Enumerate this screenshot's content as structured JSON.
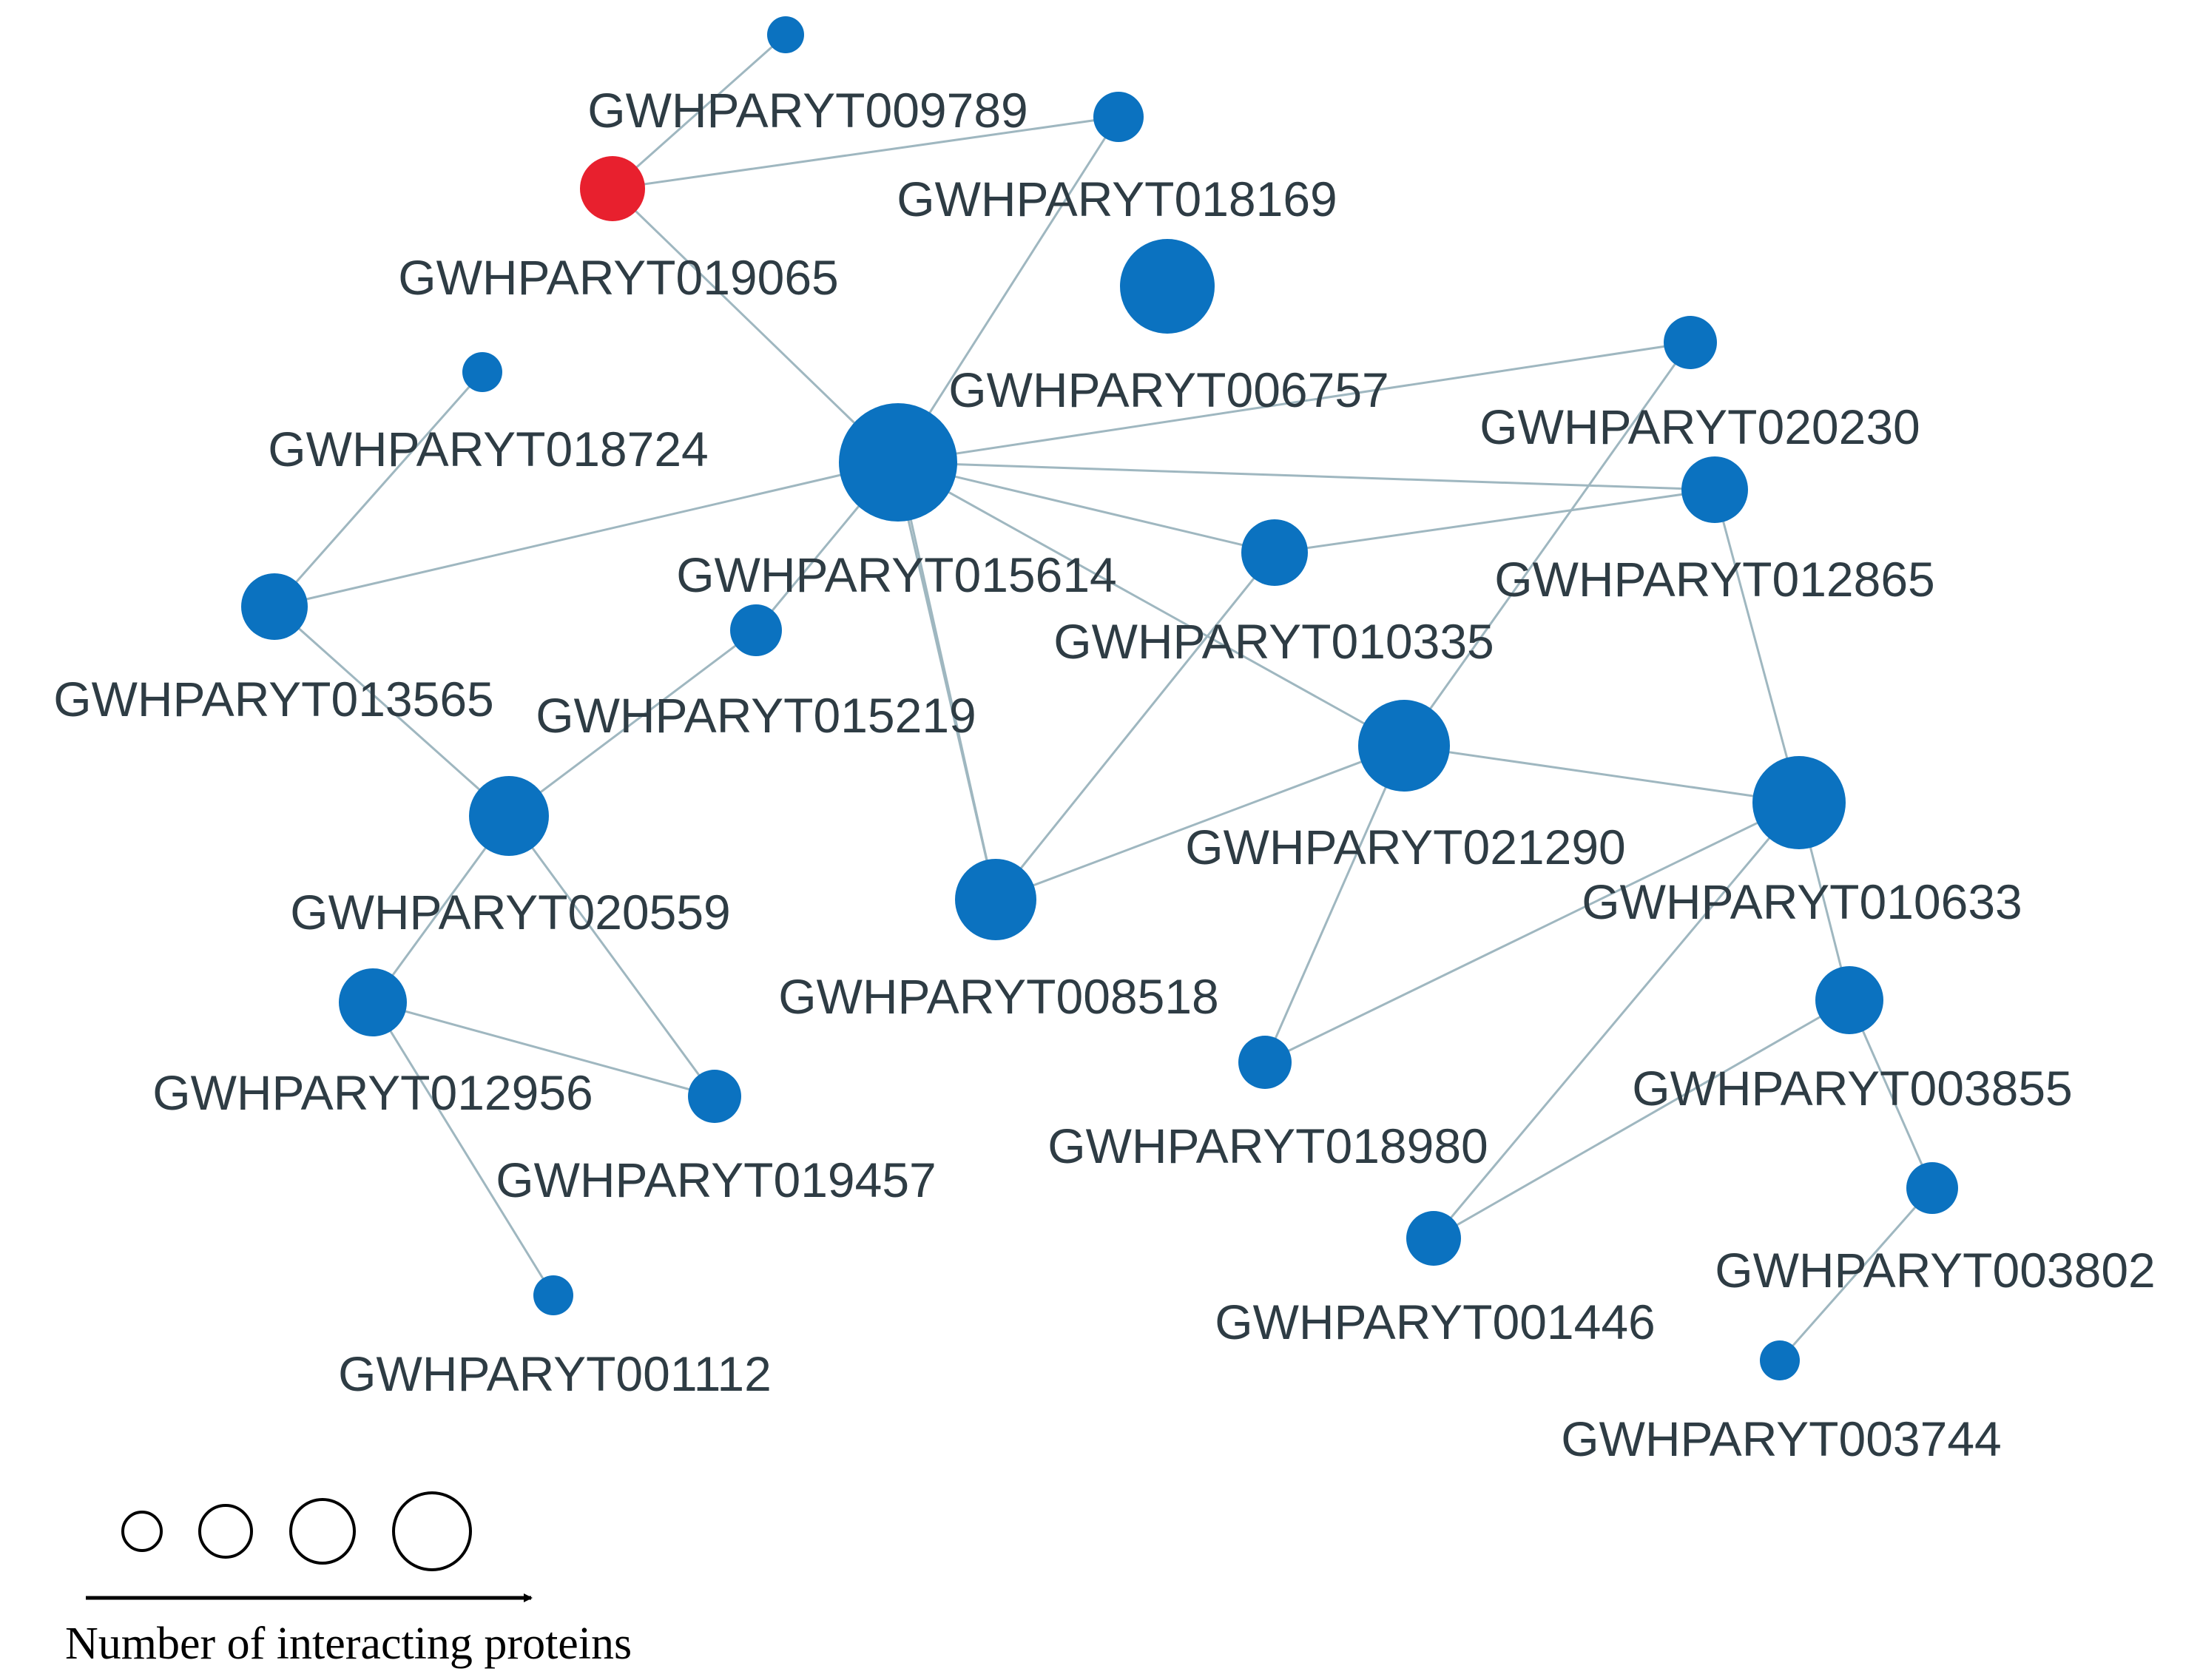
{
  "colors": {
    "node": "#0b72c0",
    "highlight": "#e8202e",
    "edge": "#9fb7c0",
    "label": "#2e3c44"
  },
  "nodes": [
    {
      "id": "n_top",
      "label": "",
      "color": "node"
    },
    {
      "id": "GWHPARYT009789",
      "label": "GWHPARYT009789",
      "color": "node"
    },
    {
      "id": "GWHPARYT019065",
      "label": "GWHPARYT019065",
      "color": "highlight"
    },
    {
      "id": "GWHPARYT018169",
      "label": "GWHPARYT018169",
      "color": "node"
    },
    {
      "id": "GWHPARYT006757",
      "label": "GWHPARYT006757",
      "color": "node"
    },
    {
      "id": "GWHPARYT020230",
      "label": "GWHPARYT020230",
      "color": "node"
    },
    {
      "id": "GWHPARYT018724",
      "label": "GWHPARYT018724",
      "color": "node"
    },
    {
      "id": "GWHPARYT015614",
      "label": "GWHPARYT015614",
      "color": "node"
    },
    {
      "id": "GWHPARYT012865",
      "label": "GWHPARYT012865",
      "color": "node"
    },
    {
      "id": "GWHPARYT010335",
      "label": "GWHPARYT010335",
      "color": "node"
    },
    {
      "id": "GWHPARYT013565",
      "label": "GWHPARYT013565",
      "color": "node"
    },
    {
      "id": "GWHPARYT015219",
      "label": "GWHPARYT015219",
      "color": "node"
    },
    {
      "id": "GWHPARYT021290",
      "label": "GWHPARYT021290",
      "color": "node"
    },
    {
      "id": "GWHPARYT010633",
      "label": "GWHPARYT010633",
      "color": "node"
    },
    {
      "id": "GWHPARYT020559",
      "label": "GWHPARYT020559",
      "color": "node"
    },
    {
      "id": "GWHPARYT008518",
      "label": "GWHPARYT008518",
      "color": "node"
    },
    {
      "id": "GWHPARYT012956",
      "label": "GWHPARYT012956",
      "color": "node"
    },
    {
      "id": "GWHPARYT019457",
      "label": "GWHPARYT019457",
      "color": "node"
    },
    {
      "id": "GWHPARYT018980",
      "label": "GWHPARYT018980",
      "color": "node"
    },
    {
      "id": "GWHPARYT003855",
      "label": "GWHPARYT003855",
      "color": "node"
    },
    {
      "id": "GWHPARYT003802",
      "label": "GWHPARYT003802",
      "color": "node"
    },
    {
      "id": "GWHPARYT001446",
      "label": "GWHPARYT001446",
      "color": "node"
    },
    {
      "id": "GWHPARYT001112",
      "label": "GWHPARYT001112",
      "color": "node"
    },
    {
      "id": "GWHPARYT003744",
      "label": "GWHPARYT003744",
      "color": "node"
    }
  ],
  "edges": [
    [
      "n_top",
      "GWHPARYT019065"
    ],
    [
      "GWHPARYT019065",
      "GWHPARYT009789"
    ],
    [
      "GWHPARYT019065",
      "GWHPARYT015614"
    ],
    [
      "GWHPARYT009789",
      "GWHPARYT006757"
    ],
    [
      "GWHPARYT006757",
      "GWHPARYT015614"
    ],
    [
      "GWHPARYT006757",
      "GWHPARYT020230"
    ],
    [
      "GWHPARYT006757",
      "GWHPARYT012865"
    ],
    [
      "GWHPARYT006757",
      "GWHPARYT008518"
    ],
    [
      "GWHPARYT018724",
      "GWHPARYT013565"
    ],
    [
      "GWHPARYT013565",
      "GWHPARYT015614"
    ],
    [
      "GWHPARYT013565",
      "GWHPARYT020559"
    ],
    [
      "GWHPARYT015614",
      "GWHPARYT015219"
    ],
    [
      "GWHPARYT015614",
      "GWHPARYT010335"
    ],
    [
      "GWHPARYT015614",
      "GWHPARYT008518"
    ],
    [
      "GWHPARYT015614",
      "GWHPARYT021290"
    ],
    [
      "GWHPARYT010335",
      "GWHPARYT012865"
    ],
    [
      "GWHPARYT010335",
      "GWHPARYT008518"
    ],
    [
      "GWHPARYT020230",
      "GWHPARYT021290"
    ],
    [
      "GWHPARYT012865",
      "GWHPARYT010633"
    ],
    [
      "GWHPARYT015219",
      "GWHPARYT020559"
    ],
    [
      "GWHPARYT021290",
      "GWHPARYT008518"
    ],
    [
      "GWHPARYT021290",
      "GWHPARYT010633"
    ],
    [
      "GWHPARYT021290",
      "GWHPARYT018980"
    ],
    [
      "GWHPARYT010633",
      "GWHPARYT018980"
    ],
    [
      "GWHPARYT010633",
      "GWHPARYT003855"
    ],
    [
      "GWHPARYT010633",
      "GWHPARYT001446"
    ],
    [
      "GWHPARYT020559",
      "GWHPARYT012956"
    ],
    [
      "GWHPARYT020559",
      "GWHPARYT019457"
    ],
    [
      "GWHPARYT012956",
      "GWHPARYT019457"
    ],
    [
      "GWHPARYT012956",
      "GWHPARYT001112"
    ],
    [
      "GWHPARYT003855",
      "GWHPARYT003802"
    ],
    [
      "GWHPARYT003855",
      "GWHPARYT001446"
    ],
    [
      "GWHPARYT003802",
      "GWHPARYT003744"
    ]
  ],
  "legend": {
    "caption": "Number of interacting proteins",
    "circle_count": 4
  }
}
